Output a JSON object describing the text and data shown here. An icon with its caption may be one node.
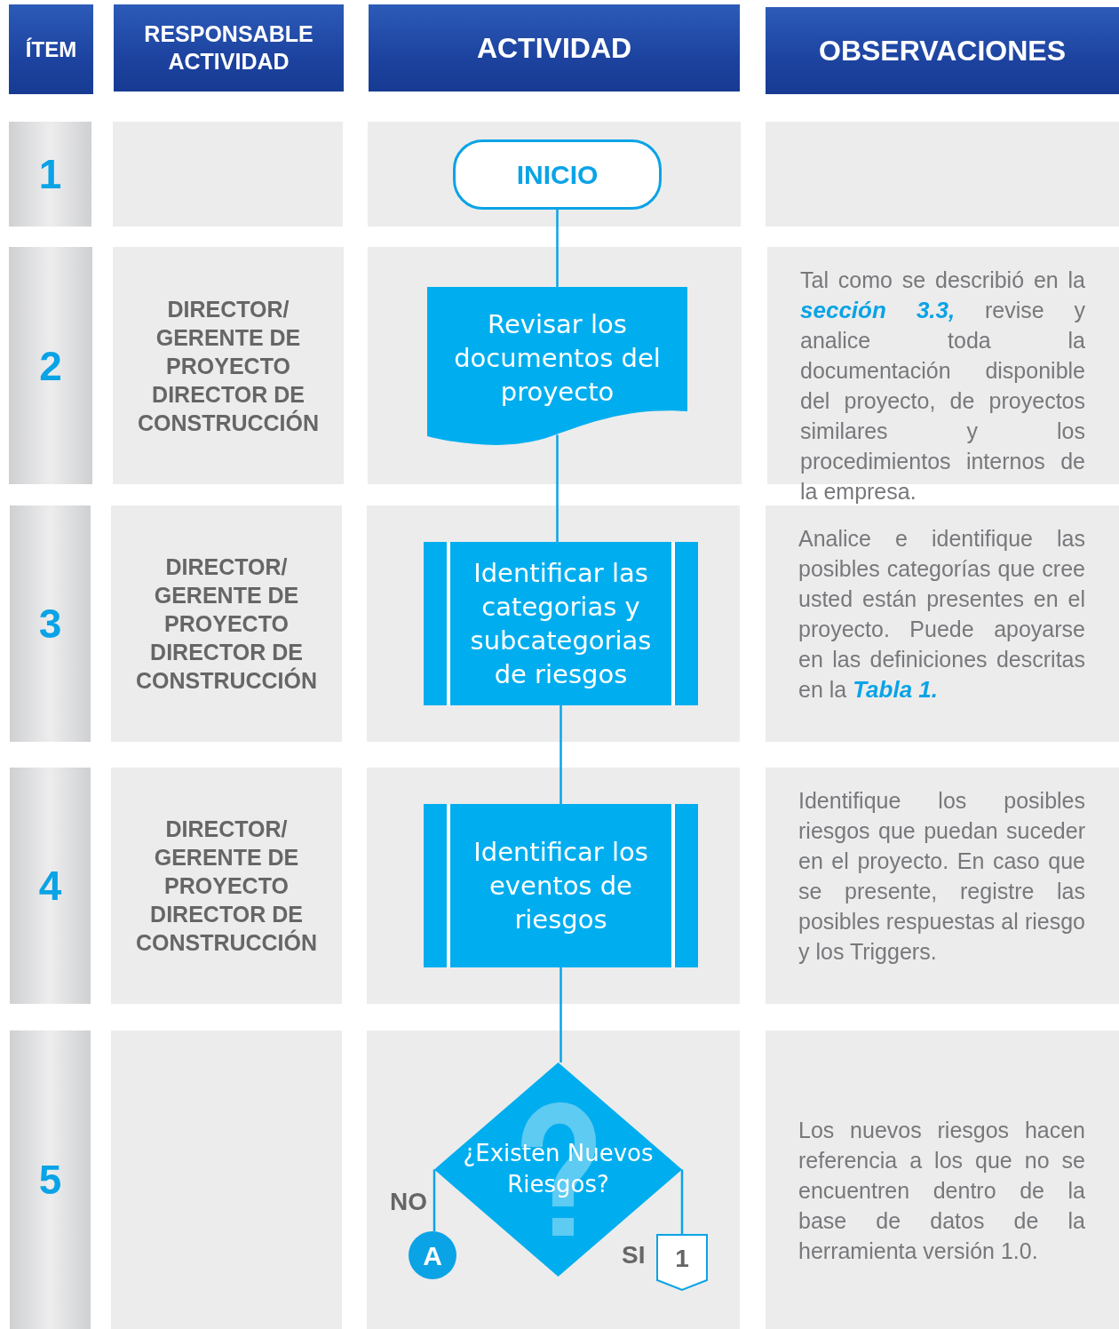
{
  "diagram": {
    "nodes": [
      {
        "text": [
          "INICIO"
        ]
      },
      {
        "text": [
          "Revisar los documentos del proyecto"
        ]
      },
      {
        "text": [
          "Identificar las categorias y subcategorias de riesgos"
        ]
      },
      {
        "text": [
          "Identificar los eventos de riesgos"
        ]
      },
      {
        "text": [
          "¿Existen Nuevos Riesgos?"
        ]
      },
      {
        "text": [
          "A"
        ]
      },
      {
        "text": [
          "1"
        ]
      }
    ],
    "edges": [
      {
        "from": 0,
        "to": 1,
        "arrow": "none"
      },
      {
        "from": 1,
        "to": 2,
        "arrow": "none"
      },
      {
        "from": 2,
        "to": 3,
        "arrow": "none"
      },
      {
        "from": 3,
        "to": 4,
        "arrow": "none"
      },
      {
        "from": 4,
        "to": 5,
        "arrow": "none",
        "label": "NO"
      },
      {
        "from": 4,
        "to": 6,
        "arrow": "none",
        "label": "SI"
      }
    ],
    "labels": [
      "ÍTEM",
      "RESPONSABLE ACTIVIDAD",
      "ACTIVIDAD",
      "OBSERVACIONES",
      "1",
      "2",
      "DIRECTOR/ GERENTE DE PROYECTO DIRECTOR DE CONSTRUCCIÓN",
      "Tal como se describió en la **sección 3.3,** revise y analice toda la documentación disponible del proyecto, de proyectos similares y los procedimientos internos de la empresa.",
      "3",
      "DIRECTOR/ GERENTE DE PROYECTO DIRECTOR DE CONSTRUCCIÓN",
      "Analice e identifique las posibles categorías que cree usted están presentes en el proyecto. Puede apoyarse en las definiciones descritas en la **Tabla 1.**",
      "4",
      "DIRECTOR/ GERENTE DE PROYECTO DIRECTOR DE CONSTRUCCIÓN",
      "Identifique los posibles riesgos que puedan suceder en el proyecto. En caso que se presente, registre las posibles respuestas al riesgo y los Triggers.",
      "5",
      "Los nuevos riesgos hacen referencia a los que no se encuentren dentro de la base de datos de la herramienta versión 1.0."
    ]
  }
}
